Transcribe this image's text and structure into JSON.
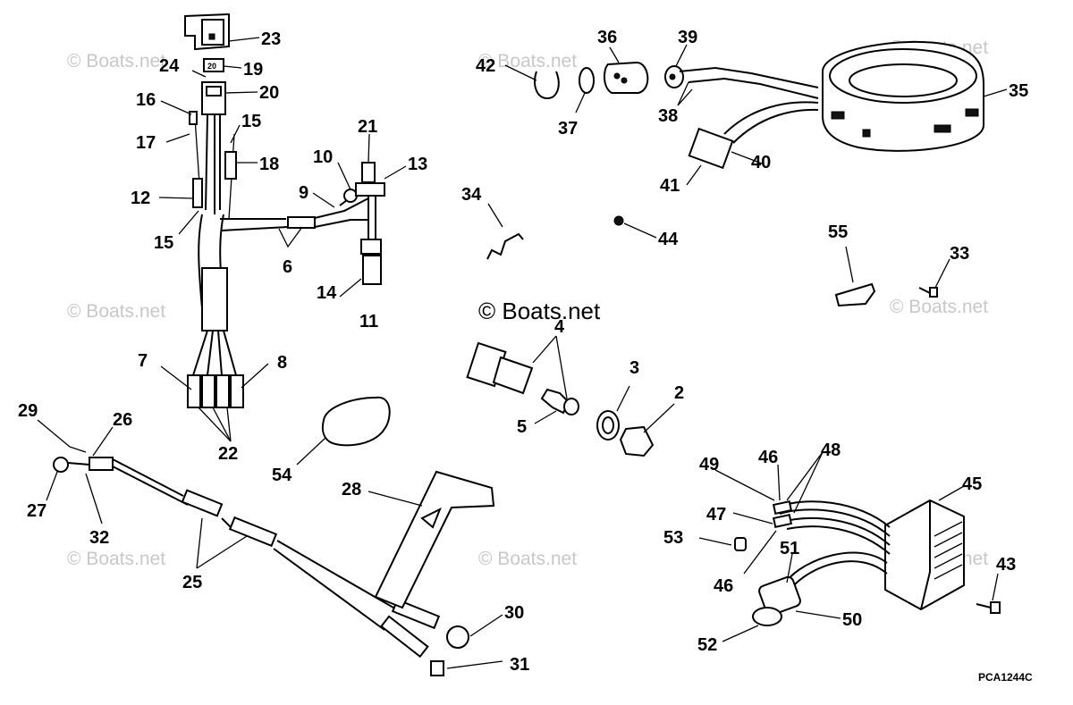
{
  "diagram": {
    "code": "PCA1244C",
    "watermark_main": "© Boats.net",
    "watermark_faint": "© Boats.net",
    "callouts": [
      "23",
      "24",
      "19",
      "20",
      "16",
      "15",
      "17",
      "18",
      "12",
      "15",
      "21",
      "10",
      "13",
      "9",
      "6",
      "14",
      "11",
      "7",
      "8",
      "22",
      "42",
      "36",
      "39",
      "37",
      "38",
      "35",
      "40",
      "41",
      "34",
      "44",
      "55",
      "33",
      "4",
      "5",
      "3",
      "2",
      "29",
      "26",
      "27",
      "32",
      "54",
      "28",
      "25",
      "30",
      "31",
      "49",
      "46",
      "48",
      "45",
      "47",
      "53",
      "46",
      "51",
      "43",
      "50",
      "52"
    ]
  }
}
